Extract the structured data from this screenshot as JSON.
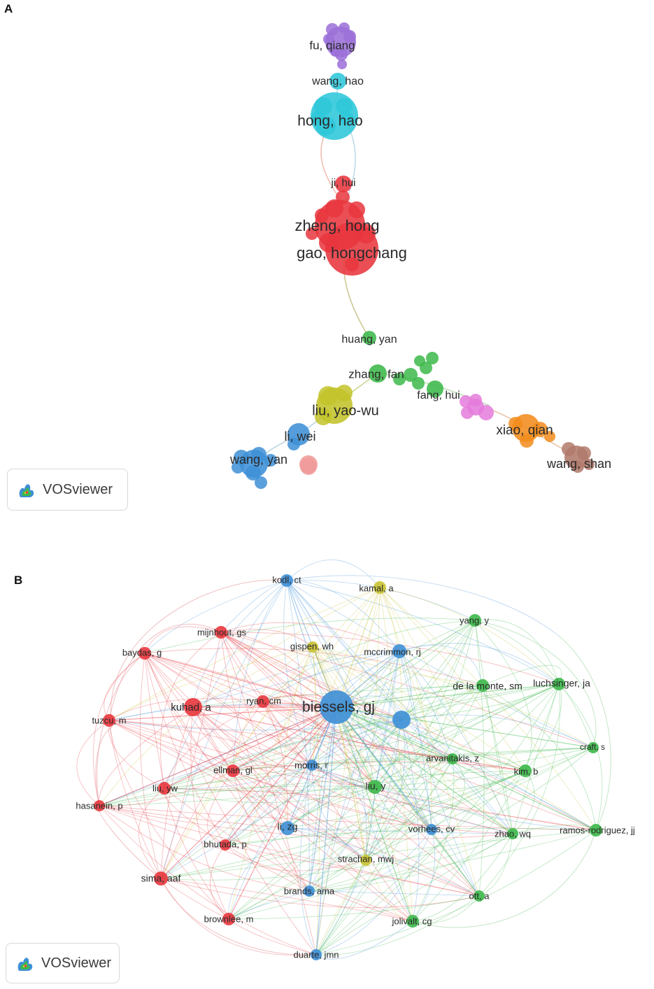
{
  "panel_a": {
    "letter": "A",
    "branding": {
      "label": "VOSviewer",
      "icon": "vosviewer-logo-icon"
    },
    "nodes": [
      {
        "id": "fu_qiang",
        "label": "fu, qiang",
        "color": "#9b6fd8",
        "size": 22,
        "fs": 17
      },
      {
        "id": "wang_hao",
        "label": "wang, hao",
        "color": "#2ec7d9",
        "size": 12,
        "fs": 16
      },
      {
        "id": "hong_hao",
        "label": "hong, hao",
        "color": "#2ec7d9",
        "size": 34,
        "fs": 21
      },
      {
        "id": "ji_hui",
        "label": "ji, hui",
        "color": "#e8363d",
        "size": 12,
        "fs": 15
      },
      {
        "id": "zheng_hong",
        "label": "zheng, hong",
        "color": "#e8363d",
        "size": 36,
        "fs": 22
      },
      {
        "id": "gao_hongchang",
        "label": "gao, hongchang",
        "color": "#e8363d",
        "size": 38,
        "fs": 22
      },
      {
        "id": "huang_yan",
        "label": "huang, yan",
        "color": "#3cb84a",
        "size": 10,
        "fs": 16
      },
      {
        "id": "zhang_fan",
        "label": "zhang, fan",
        "color": "#3cb84a",
        "size": 13,
        "fs": 17
      },
      {
        "id": "fang_hui",
        "label": "fang, hui",
        "color": "#3cb84a",
        "size": 12,
        "fs": 16
      },
      {
        "id": "liu_yaowu",
        "label": "liu, yao-wu",
        "color": "#c3c32a",
        "size": 26,
        "fs": 20
      },
      {
        "id": "li_wei",
        "label": "li, wei",
        "color": "#3d8fd6",
        "size": 16,
        "fs": 18
      },
      {
        "id": "wang_yan",
        "label": "wang, yan",
        "color": "#3d8fd6",
        "size": 20,
        "fs": 18
      },
      {
        "id": "pink_cluster",
        "label": "",
        "color": "#e57bdc",
        "size": 12,
        "fs": 0
      },
      {
        "id": "xiao_qian",
        "label": "xiao, qian",
        "color": "#f28c1c",
        "size": 20,
        "fs": 19
      },
      {
        "id": "wang_shan",
        "label": "wang, shan",
        "color": "#b07a6b",
        "size": 17,
        "fs": 18
      },
      {
        "id": "salmon_node",
        "label": "",
        "color": "#f09a9a",
        "size": 13,
        "fs": 0
      }
    ]
  },
  "panel_b": {
    "letter": "B",
    "branding": {
      "label": "VOSviewer",
      "icon": "vosviewer-logo-icon"
    },
    "nodes": [
      {
        "id": "kodl_ct",
        "label": "kodl, ct",
        "color": "#3d8fd6",
        "size": 9,
        "fs": 13
      },
      {
        "id": "kamal_a",
        "label": "kamal, a",
        "color": "#c9c232",
        "size": 9,
        "fs": 13
      },
      {
        "id": "yang_y",
        "label": "yang, y",
        "color": "#3cb84a",
        "size": 9,
        "fs": 13
      },
      {
        "id": "mijnhout_gs",
        "label": "mijnhout, gs",
        "color": "#e8363d",
        "size": 9,
        "fs": 13
      },
      {
        "id": "baydas_g",
        "label": "baydas, g",
        "color": "#e8363d",
        "size": 9,
        "fs": 13
      },
      {
        "id": "gispen_wh",
        "label": "gispen, wh",
        "color": "#c9c232",
        "size": 8,
        "fs": 13
      },
      {
        "id": "mccrimmon_rj",
        "label": "mccrimmon, rj",
        "color": "#3d8fd6",
        "size": 10,
        "fs": 13
      },
      {
        "id": "de_la_monte_sm",
        "label": "de la monte, sm",
        "color": "#3cb84a",
        "size": 9,
        "fs": 14
      },
      {
        "id": "luchsinger_ja",
        "label": "luchsinger, ja",
        "color": "#3cb84a",
        "size": 9,
        "fs": 14
      },
      {
        "id": "kuhad_a",
        "label": "kuhad, a",
        "color": "#e8363d",
        "size": 13,
        "fs": 15
      },
      {
        "id": "ryan_cm",
        "label": "ryan, cm",
        "color": "#e8363d",
        "size": 9,
        "fs": 13
      },
      {
        "id": "biessels_gj",
        "label": "biessels, gj",
        "color": "#3d8fd6",
        "size": 24,
        "fs": 21
      },
      {
        "id": "blue_large",
        "label": "",
        "color": "#3d8fd6",
        "size": 13,
        "fs": 0
      },
      {
        "id": "tuzcu_m",
        "label": "tuzcu, m",
        "color": "#e8363d",
        "size": 9,
        "fs": 13
      },
      {
        "id": "craft_s",
        "label": "craft, s",
        "color": "#3cb84a",
        "size": 8,
        "fs": 12
      },
      {
        "id": "arvanitakis_z",
        "label": "arvanitakis, z",
        "color": "#3cb84a",
        "size": 8,
        "fs": 13
      },
      {
        "id": "morris_r",
        "label": "morris, r",
        "color": "#3d8fd6",
        "size": 8,
        "fs": 13
      },
      {
        "id": "ellman_gl",
        "label": "ellman, gl",
        "color": "#e8363d",
        "size": 9,
        "fs": 13
      },
      {
        "id": "kim_b",
        "label": "kim, b",
        "color": "#3cb84a",
        "size": 9,
        "fs": 13
      },
      {
        "id": "liu_y",
        "label": "liu, y",
        "color": "#3cb84a",
        "size": 10,
        "fs": 14
      },
      {
        "id": "liu_yw",
        "label": "liu, yw",
        "color": "#e8363d",
        "size": 9,
        "fs": 13
      },
      {
        "id": "hasanein_p",
        "label": "hasanein, p",
        "color": "#e8363d",
        "size": 8,
        "fs": 13
      },
      {
        "id": "li_zg",
        "label": "li, zg",
        "color": "#3d8fd6",
        "size": 10,
        "fs": 14
      },
      {
        "id": "vorhees_cv",
        "label": "vorhees, cv",
        "color": "#3d8fd6",
        "size": 8,
        "fs": 13
      },
      {
        "id": "zhao_wq",
        "label": "zhao, wq",
        "color": "#3cb84a",
        "size": 8,
        "fs": 13
      },
      {
        "id": "ramos_rodriguez_jj",
        "label": "ramos-rodriguez, jj",
        "color": "#3cb84a",
        "size": 9,
        "fs": 13
      },
      {
        "id": "bhutada_p",
        "label": "bhutada, p",
        "color": "#e8363d",
        "size": 8,
        "fs": 13
      },
      {
        "id": "strachan_mwj",
        "label": "strachan, mwj",
        "color": "#c9c232",
        "size": 8,
        "fs": 13
      },
      {
        "id": "sima_aaf",
        "label": "sima, aaf",
        "color": "#e8363d",
        "size": 10,
        "fs": 14
      },
      {
        "id": "brands_ama",
        "label": "brands, ama",
        "color": "#3d8fd6",
        "size": 8,
        "fs": 13
      },
      {
        "id": "ott_a",
        "label": "ott, a",
        "color": "#3cb84a",
        "size": 8,
        "fs": 13
      },
      {
        "id": "brownlee_m",
        "label": "brownlee, m",
        "color": "#e8363d",
        "size": 9,
        "fs": 13
      },
      {
        "id": "jolivalt_cg",
        "label": "jolivalt, cg",
        "color": "#3cb84a",
        "size": 9,
        "fs": 13
      },
      {
        "id": "duarte_jmn",
        "label": "duarte, jmn",
        "color": "#3d8fd6",
        "size": 8,
        "fs": 13
      }
    ]
  }
}
